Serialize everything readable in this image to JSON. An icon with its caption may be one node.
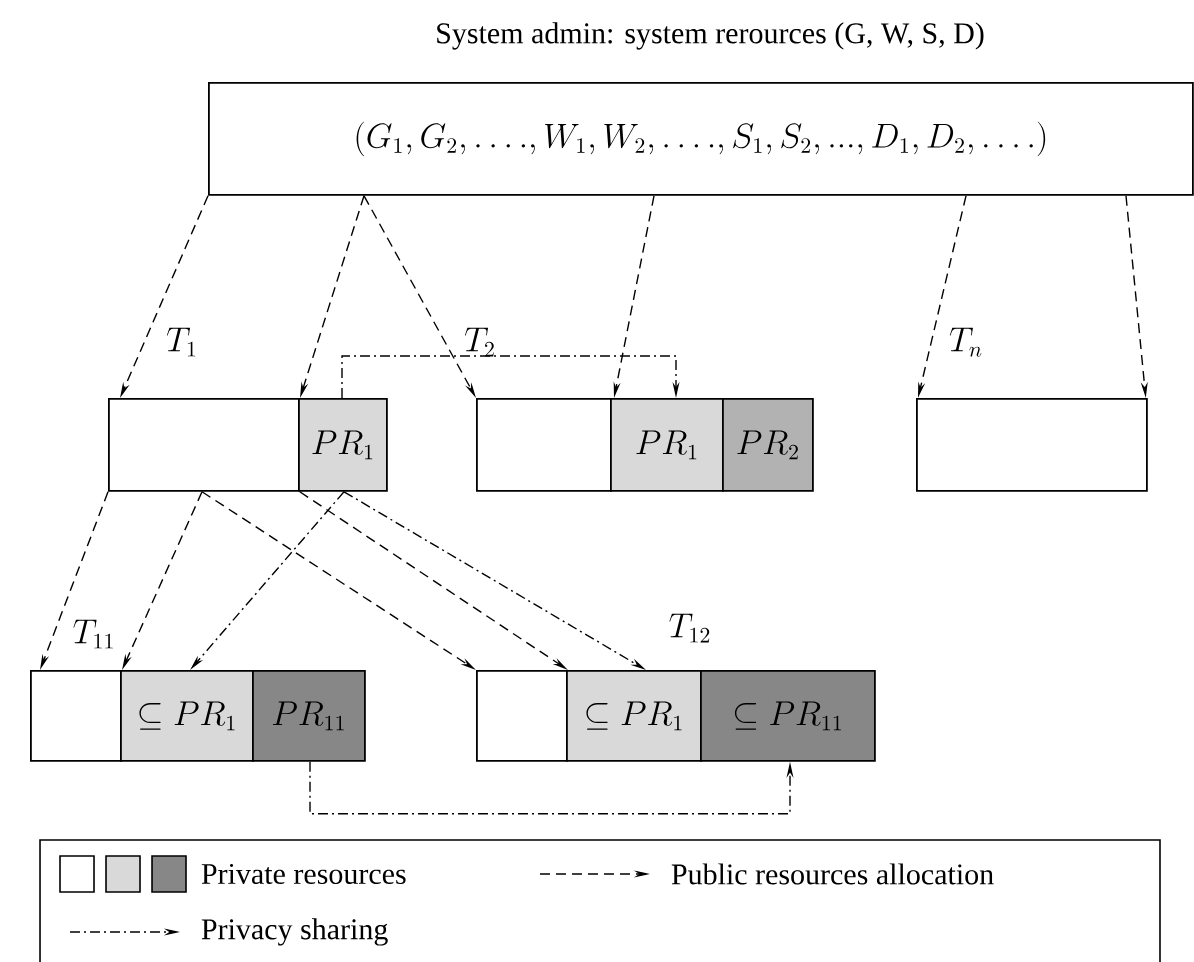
{
  "diagram": {
    "title": "System admin: system rerources (G, W, S, D)",
    "nodes": [
      {
        "text": [
          "(G_1, G_2, \\ldots., W_1, W_2, \\ldots., S_1, S_2, ..., D_1, D_2, \\ldots.)"
        ]
      },
      {
        "text": [],
        "shape": "box"
      },
      {
        "text": [
          "PR_1"
        ]
      },
      {
        "text": [],
        "shape": "box"
      },
      {
        "text": [
          "PR_1"
        ]
      },
      {
        "text": [
          "PR_2"
        ]
      },
      {
        "text": [],
        "shape": "box"
      },
      {
        "text": [],
        "shape": "box"
      },
      {
        "text": [
          "\\subseteq PR_1"
        ]
      },
      {
        "text": [
          "PR_{11}"
        ]
      },
      {
        "text": [],
        "shape": "box"
      },
      {
        "text": [
          "\\subseteq PR_1"
        ]
      },
      {
        "text": [
          "\\subseteq PR_{11}"
        ]
      }
    ],
    "edges": [
      {
        "from": 0,
        "to": 1,
        "arrow": "to",
        "style": "dashed"
      },
      {
        "from": 0,
        "to": 2,
        "arrow": "to",
        "style": "dashed"
      },
      {
        "from": 0,
        "to": 3,
        "arrow": "to",
        "style": "dashed"
      },
      {
        "from": 0,
        "to": 4,
        "arrow": "to",
        "style": "dashed"
      },
      {
        "from": 0,
        "to": 6,
        "arrow": "to",
        "style": "dashed"
      },
      {
        "from": 0,
        "to": 6,
        "arrow": "to",
        "style": "dashed"
      },
      {
        "from": 2,
        "to": 4,
        "arrow": "to"
      },
      {
        "from": 1,
        "to": 7,
        "arrow": "to",
        "style": "dashed"
      },
      {
        "from": 1,
        "to": 8,
        "arrow": "to",
        "style": "dashed"
      },
      {
        "from": 1,
        "to": 10,
        "arrow": "to",
        "style": "dashed"
      },
      {
        "from": 1,
        "to": 11,
        "arrow": "to",
        "style": "dashed"
      },
      {
        "from": 2,
        "to": 8,
        "arrow": "to"
      },
      {
        "from": 2,
        "to": 11,
        "arrow": "to"
      },
      {
        "from": 9,
        "to": 12,
        "arrow": "to"
      }
    ],
    "labels": [
      "T_1",
      "T_2",
      "T_n",
      "T_{11}",
      "T_{12}"
    ],
    "legend": [
      {
        "text": "Private resources"
      },
      {
        "text": "Public resources allocation"
      },
      {
        "text": "Privacy sharing"
      }
    ]
  }
}
